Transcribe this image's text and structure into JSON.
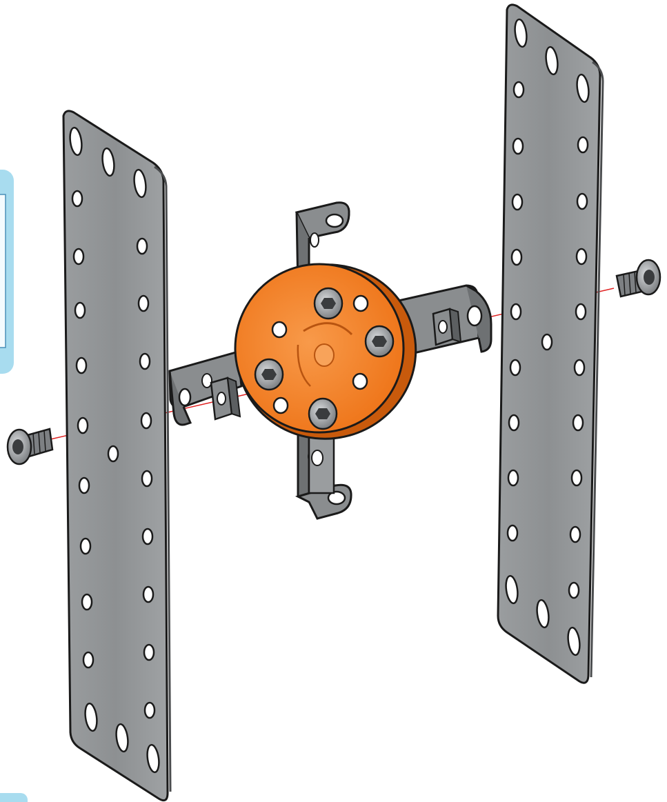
{
  "diagram": {
    "type": "exploded-assembly",
    "parts": [
      {
        "name": "left-perforated-strip-plate",
        "color": "#8f9294"
      },
      {
        "name": "right-perforated-strip-plate",
        "color": "#8f9294"
      },
      {
        "name": "orange-wheel-disc",
        "color": "#f07a1e"
      },
      {
        "name": "double-bent-bracket-vertical",
        "color": "#7e8183"
      },
      {
        "name": "double-bent-bracket-horizontal",
        "color": "#7e8183"
      },
      {
        "name": "left-screw",
        "color": "#7d8083"
      },
      {
        "name": "right-screw",
        "color": "#7d8083"
      },
      {
        "name": "wheel-screws",
        "count": 4,
        "color": "#8a8d90"
      }
    ],
    "guide_line_color": "#e02020",
    "side_panel_color": "#a8dcef"
  }
}
